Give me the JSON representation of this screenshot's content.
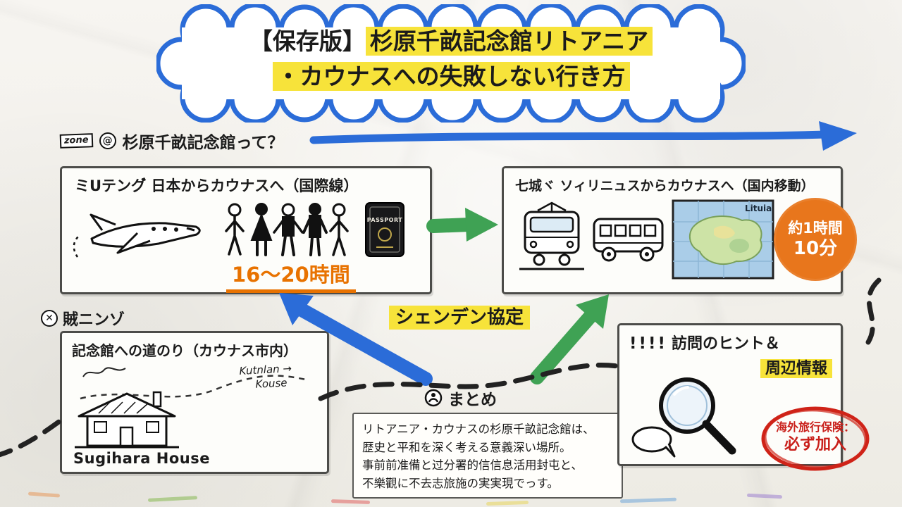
{
  "colors": {
    "blue": "#2b6cd8",
    "green": "#3fa254",
    "orange": "#e8761c",
    "orange_text": "#e87200",
    "yellow_highlight": "#f7e33a",
    "red": "#c9201b",
    "ink": "#1b1b1b"
  },
  "title": {
    "prefix": "【保存版】",
    "highlight1": "杉原千畝記念館リトアニア",
    "line2": "・カウナスへの失敗しない行き方"
  },
  "zone": {
    "tag": "zone",
    "badge": "@",
    "label": "杉原千畝記念館って？"
  },
  "international": {
    "header": "ミUテング゙ 日本からカウナスへ（国際線）",
    "duration": "16〜20時間",
    "passport_text": "PASSPORT"
  },
  "domestic": {
    "header": "七城ヾ ソィリニュスからカウナスへ（国内移動）",
    "map_label": "Lituia",
    "duration_top": "約1時間",
    "duration_bottom": "10分"
  },
  "schengen_label": "シェンデン協定",
  "access_label": "賊ニンゾ",
  "route": {
    "header": "記念館への道のり（カウナス市内）",
    "note_line1": "Kutnlan →",
    "note_line2": "Kouse",
    "house_label": "Sugihara House"
  },
  "summary": {
    "header": "まとめ",
    "lines": [
      "リトアニア・カウナスの杉原千畝記念館は、",
      "歴史と平和を深く考える意義深い場所。",
      "事前前准備と过分署的信信息活用封屯と、",
      "不樂觀に不去志旅施の実実現でっす。"
    ]
  },
  "tips": {
    "marks": "!!!!",
    "header_line1": "訪問のヒント＆",
    "header_line2": "周辺情報",
    "insurance_line1": "海外旅行保険：",
    "insurance_line2": "必ず加入"
  }
}
